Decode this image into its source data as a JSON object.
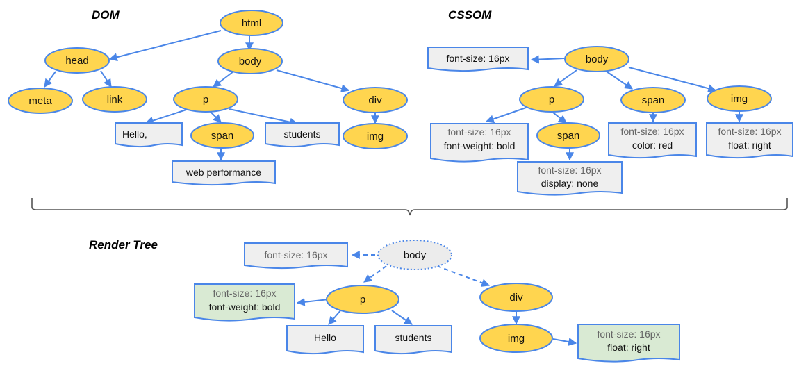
{
  "titles": {
    "dom": "DOM",
    "cssom": "CSSOM",
    "render_tree": "Render Tree"
  },
  "dom": {
    "html": "html",
    "head": "head",
    "body": "body",
    "meta": "meta",
    "link": "link",
    "p": "p",
    "div": "div",
    "span": "span",
    "img": "img",
    "text_hello": "Hello,",
    "text_students": "students",
    "text_web_performance": "web performance"
  },
  "cssom": {
    "body": "body",
    "p": "p",
    "span_child": "span",
    "span": "span",
    "img": "img",
    "body_style": "font-size: 16px",
    "p_style": [
      "font-size: 16px",
      "font-weight: bold"
    ],
    "span_child_style": [
      "font-size: 16px",
      "display: none"
    ],
    "span_style": [
      "font-size: 16px",
      "color: red"
    ],
    "img_style": [
      "font-size: 16px",
      "float: right"
    ]
  },
  "render_tree": {
    "body": "body",
    "p": "p",
    "div": "div",
    "img": "img",
    "text_hello": "Hello",
    "text_students": "students",
    "body_style": "font-size: 16px",
    "p_style": [
      "font-size: 16px",
      "font-weight: bold"
    ],
    "img_style": [
      "font-size: 16px",
      "float: right"
    ]
  },
  "colors": {
    "node_fill": "#ffd54f",
    "edge": "#4a86e8",
    "box_fill": "#efefef",
    "box_green_fill": "#d9ead3"
  }
}
